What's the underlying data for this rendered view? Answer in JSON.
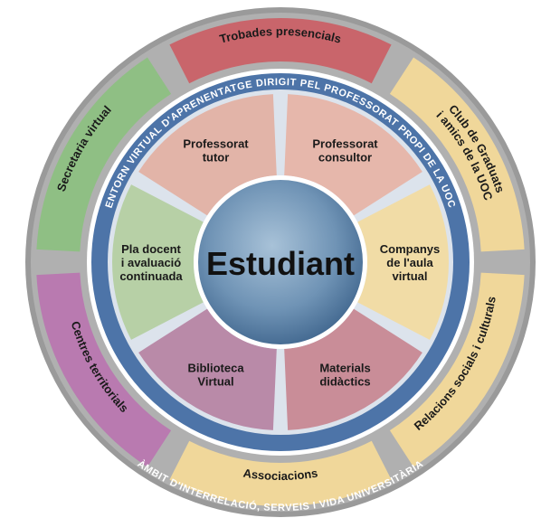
{
  "center": {
    "label": "Estudiant"
  },
  "outer_ring_label": "ÀMBIT D'INTERRELACIÓ, SERVEIS I VIDA UNIVERSITÀRIA",
  "inner_ring_label": "ENTORN VIRTUAL D'APRENENTATGE DIRIGIT PEL PROFESSORAT PROPI DE LA UOC",
  "outer_segments": [
    {
      "label": "Trobades presencials",
      "color": "#c9656b"
    },
    {
      "label": "Club de Graduats i amics de la UOC",
      "color": "#f0d79a"
    },
    {
      "label": "Relacions socials i culturals",
      "color": "#f0d79a"
    },
    {
      "label": "Associacions",
      "color": "#f0d79a"
    },
    {
      "label": "Centres territorials",
      "color": "#b97ab0"
    },
    {
      "label": "Secretaria virtual",
      "color": "#8fbf84"
    }
  ],
  "inner_segments": [
    {
      "line1": "Professorat",
      "line2": "tutor",
      "line3": "",
      "color": "#e2b4a8"
    },
    {
      "line1": "Professorat",
      "line2": "consultor",
      "line3": "",
      "color": "#e6b7ab"
    },
    {
      "line1": "Companys",
      "line2": "de l'aula",
      "line3": "virtual",
      "color": "#f1dca6"
    },
    {
      "line1": "Materials",
      "line2": "didàctics",
      "line3": "",
      "color": "#c98d98"
    },
    {
      "line1": "Biblioteca",
      "line2": "Virtual",
      "line3": "",
      "color": "#b98aa8"
    },
    {
      "line1": "Pla docent",
      "line2": "i avaluació",
      "line3": "continuada",
      "color": "#b7d0a6"
    }
  ],
  "colors": {
    "outer_ring": "#9a9a9a",
    "inner_ring": "#4d74a8",
    "center": "#6f93b5"
  }
}
